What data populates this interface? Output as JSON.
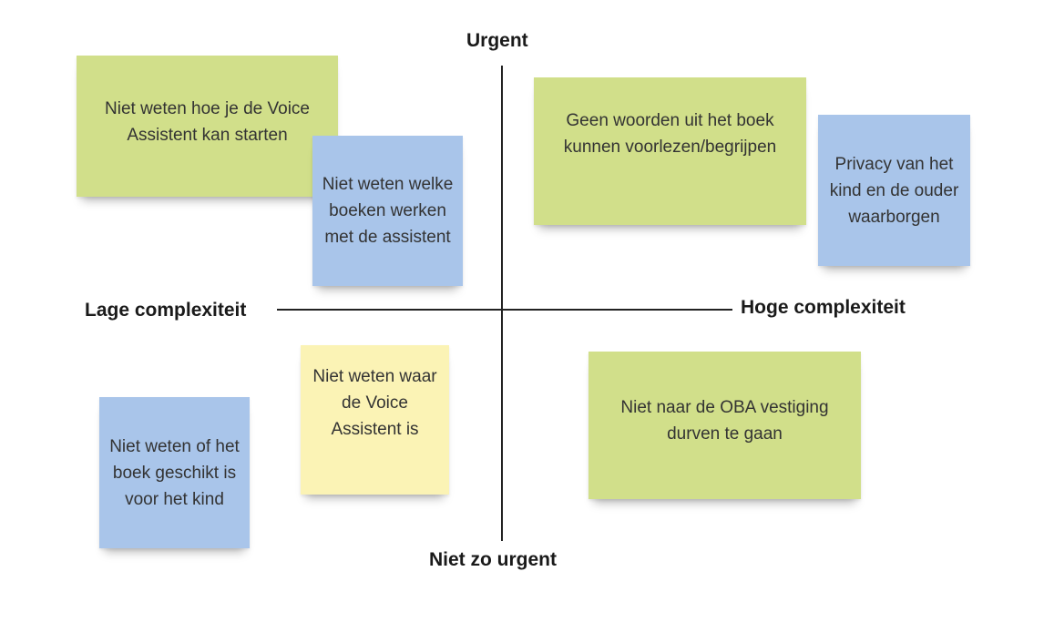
{
  "axes": {
    "top": "Urgent",
    "bottom": "Niet zo urgent",
    "left": "Lage complexiteit",
    "right": "Hoge complexiteit"
  },
  "notes": [
    {
      "text": "Niet weten hoe je de Voice Assistent kan starten",
      "color": "#d1df8a"
    },
    {
      "text": "Niet weten welke boeken werken met de assistent",
      "color": "#a9c5ea"
    },
    {
      "text": "Geen woorden uit het boek kunnen voorlezen/begrijpen",
      "color": "#d1df8a"
    },
    {
      "text": "Privacy van het kind en de ouder waarborgen",
      "color": "#a9c5ea"
    },
    {
      "text": "Niet weten of het boek geschikt is voor het kind",
      "color": "#a9c5ea"
    },
    {
      "text": "Niet weten waar de Voice Assistent is",
      "color": "#fbf3b5"
    },
    {
      "text": "Niet naar de OBA vestiging durven te gaan",
      "color": "#d1df8a"
    }
  ]
}
